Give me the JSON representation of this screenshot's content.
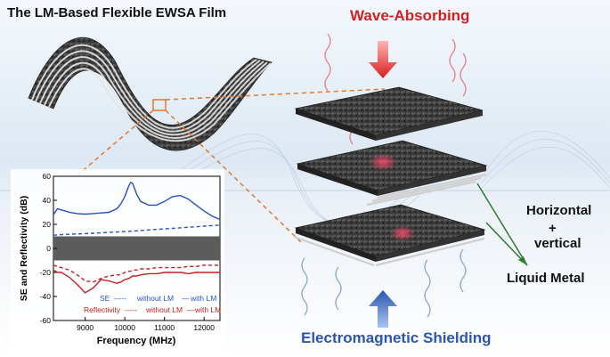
{
  "figure": {
    "title": "The LM-Based Flexible EWSA Film",
    "top_label": "Wave-Absorbing",
    "bottom_label": "Electromagnetic Shielding",
    "liquid_metal_callout": {
      "line1": "Horizontal",
      "line2": "+",
      "line3": "vertical",
      "line4": "Liquid Metal"
    },
    "colors": {
      "absorbing_red": "#d81e1e",
      "shielding_blue": "#2a56b0",
      "se_blue": "#2850c8",
      "reflectivity_red": "#c81e1e",
      "callout_arrow_green": "#2f7a2f",
      "zoom_dash_orange": "#e07a30"
    }
  },
  "chart_data": {
    "type": "line",
    "xlabel": "Frequency (MHz)",
    "ylabel": "SE and Reflectivity (dB)",
    "xlim": [
      8200,
      12400
    ],
    "ylim": [
      -60,
      60
    ],
    "x_ticks": [
      "9000",
      "10000",
      "11000",
      "12000"
    ],
    "y_ticks": [
      "60",
      "40",
      "20",
      "0",
      "-20",
      "-40",
      "-60"
    ],
    "shaded_band": [
      -10,
      10
    ],
    "legend": {
      "se_label": "SE",
      "reflectivity_label": "Reflectivity",
      "without_lm": "without LM",
      "with_lm": "with LM",
      "dash_glyph": "-----",
      "line_glyph": "—"
    },
    "x": [
      8200,
      8300,
      8400,
      8500,
      8600,
      8800,
      9000,
      9200,
      9400,
      9600,
      9800,
      9900,
      10000,
      10100,
      10150,
      10200,
      10300,
      10400,
      10600,
      10800,
      11000,
      11200,
      11400,
      11600,
      11800,
      12000,
      12200,
      12400
    ],
    "series": [
      {
        "name": "SE with LM",
        "style": "solid",
        "color": "#2850c8",
        "values": [
          28,
          33,
          32,
          31,
          30,
          29,
          28.5,
          29,
          29.5,
          30,
          33,
          37,
          43,
          52,
          55,
          54,
          45,
          39,
          36,
          36,
          39,
          43,
          44,
          41,
          36,
          31,
          27,
          24
        ]
      },
      {
        "name": "SE without LM",
        "style": "dashed",
        "color": "#2850c8",
        "values": [
          11,
          11.2,
          11.4,
          11.6,
          11.8,
          12,
          12.3,
          12.6,
          13,
          13.3,
          13.6,
          13.8,
          14,
          14.2,
          14.3,
          14.4,
          14.6,
          14.9,
          15.3,
          15.8,
          16.2,
          16.7,
          17.1,
          17.6,
          18,
          18.5,
          19,
          19.3
        ]
      },
      {
        "name": "Reflectivity with LM",
        "style": "solid",
        "color": "#c81e1e",
        "values": [
          -18,
          -20,
          -20,
          -22,
          -24,
          -30,
          -37,
          -33,
          -26,
          -27,
          -29,
          -28,
          -26,
          -25,
          -24,
          -23,
          -23,
          -22,
          -21,
          -21,
          -20,
          -20,
          -20,
          -21,
          -20,
          -20,
          -20,
          -20
        ]
      },
      {
        "name": "Reflectivity without LM",
        "style": "dashed",
        "color": "#c81e1e",
        "values": [
          -14,
          -15,
          -16,
          -17,
          -18,
          -22,
          -27,
          -28,
          -25,
          -23,
          -22,
          -22,
          -20,
          -19,
          -19,
          -18,
          -18,
          -17,
          -17,
          -16,
          -16,
          -16,
          -16,
          -15,
          -15,
          -14,
          -14,
          -14
        ]
      }
    ]
  }
}
